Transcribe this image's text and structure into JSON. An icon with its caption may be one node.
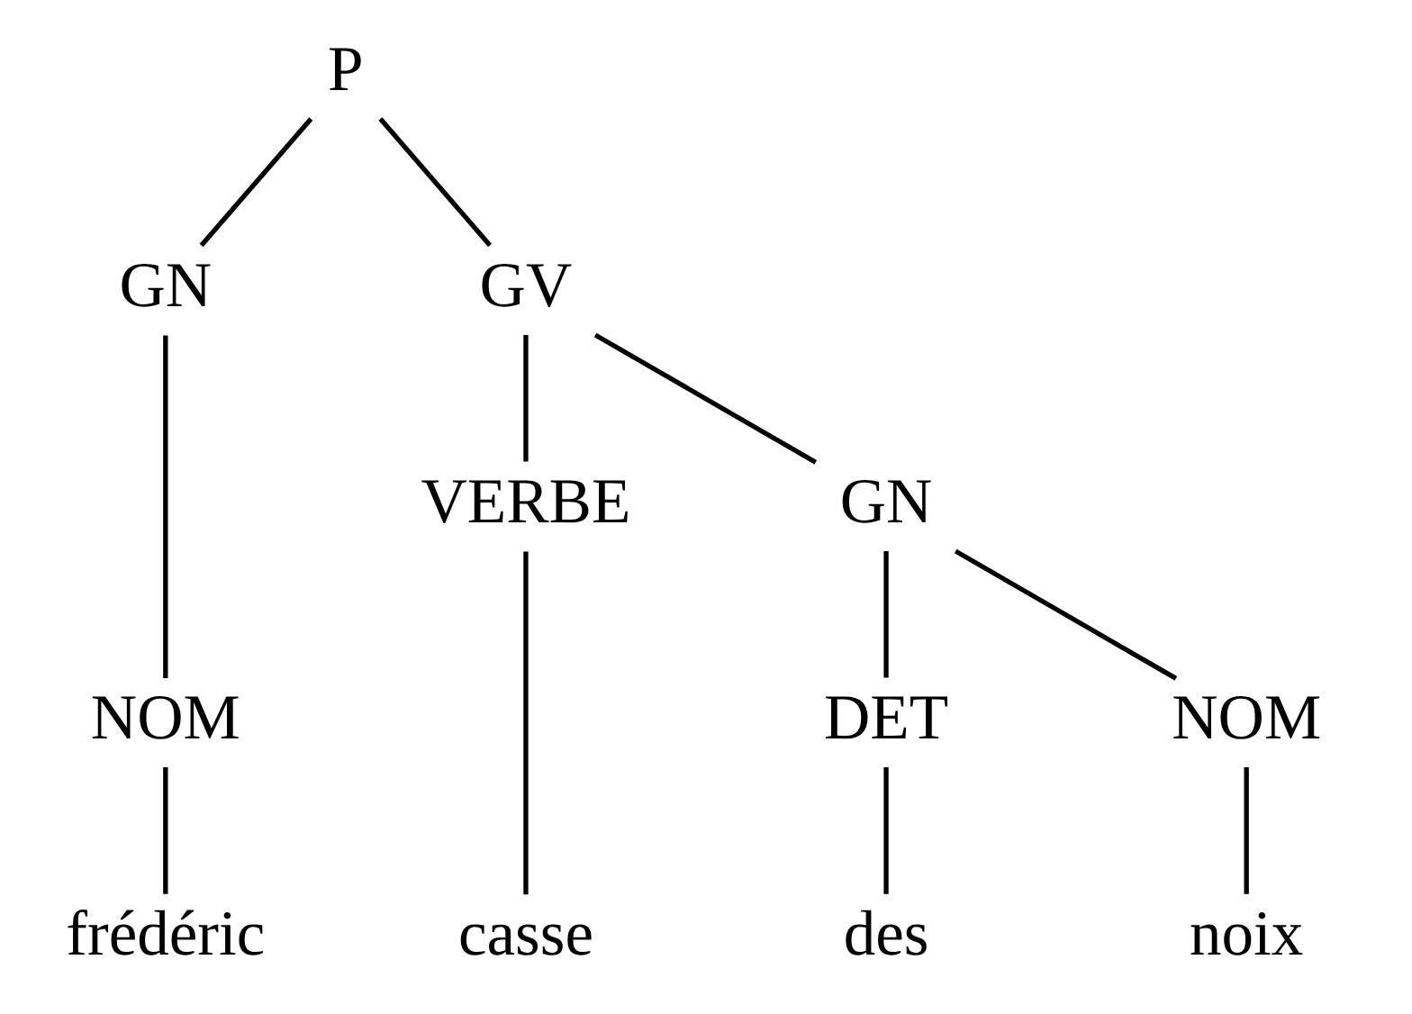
{
  "diagram": {
    "nodes": [
      {
        "text": [
          "P"
        ]
      },
      {
        "text": [
          "GN"
        ]
      },
      {
        "text": [
          "GV"
        ]
      },
      {
        "text": [
          "NOM"
        ]
      },
      {
        "text": [
          "VERBE"
        ]
      },
      {
        "text": [
          "GN"
        ]
      },
      {
        "text": [
          "DET"
        ]
      },
      {
        "text": [
          "NOM"
        ]
      },
      {
        "text": [
          "frédéric"
        ]
      },
      {
        "text": [
          "casse"
        ]
      },
      {
        "text": [
          "des"
        ]
      },
      {
        "text": [
          "noix"
        ]
      }
    ],
    "edges": [
      {
        "from": 0,
        "to": 1,
        "arrow": "none"
      },
      {
        "from": 0,
        "to": 2,
        "arrow": "none"
      },
      {
        "from": 1,
        "to": 3,
        "arrow": "none"
      },
      {
        "from": 2,
        "to": 4,
        "arrow": "none"
      },
      {
        "from": 2,
        "to": 5,
        "arrow": "none"
      },
      {
        "from": 5,
        "to": 6,
        "arrow": "none"
      },
      {
        "from": 5,
        "to": 7,
        "arrow": "none"
      },
      {
        "from": 3,
        "to": 8,
        "arrow": "none"
      },
      {
        "from": 4,
        "to": 9,
        "arrow": "none"
      },
      {
        "from": 6,
        "to": 10,
        "arrow": "none"
      },
      {
        "from": 7,
        "to": 11,
        "arrow": "none"
      }
    ]
  }
}
